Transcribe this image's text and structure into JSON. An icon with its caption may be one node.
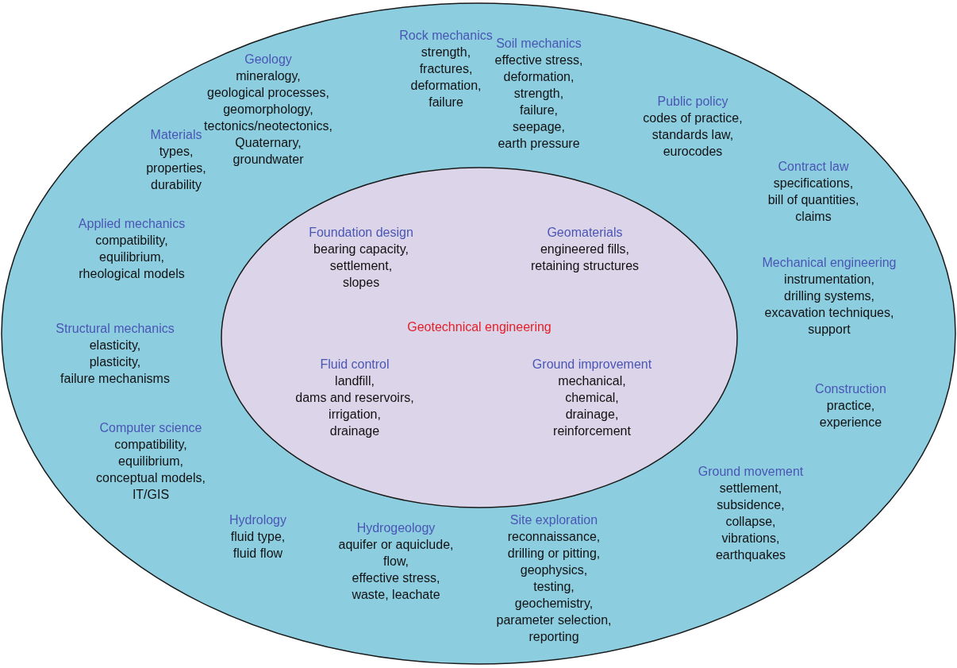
{
  "diagram": {
    "nodes": [
      {
        "text": [],
        "shape": "ellipse"
      },
      {
        "text": [
          "Rock mechanics",
          "strength, fractures, deformation, failure"
        ],
        "in": 0
      },
      {
        "text": [
          "Soil mechanics",
          "effective stress, deformation, strength, failure, seepage, earth pressure"
        ],
        "in": 0
      },
      {
        "text": [
          "Geology",
          "mineralogy, geological processes, geomorphology, tectonics/neotectonics, Quaternary, groundwater"
        ],
        "in": 0
      },
      {
        "text": [
          "Public policy",
          "codes of practice, standards law, eurocodes"
        ],
        "in": 0
      },
      {
        "text": [
          "Materials",
          "types, properties, durability"
        ],
        "in": 0
      },
      {
        "text": [
          "Contract law",
          "specifications, bill of quantities, claims"
        ],
        "in": 0
      },
      {
        "text": [
          "Applied mechanics",
          "compatibility, equilibrium, rheological models"
        ],
        "in": 0
      },
      {
        "text": [
          "Geotechnical engineering"
        ],
        "in": 0
      },
      {
        "text": [
          "Foundation design",
          "bearing capacity, settlement, slopes"
        ],
        "in": 8
      },
      {
        "text": [
          "Geomaterials",
          "engineered fills, retaining structures"
        ],
        "in": 8
      },
      {
        "text": [
          "Mechanical engineering",
          "instrumentation, drilling systems, excavation techniques, support"
        ],
        "in": 0
      },
      {
        "text": [
          "Structural mechanics",
          "elasticity, plasticity, failure mechanisms"
        ],
        "in": 0
      },
      {
        "text": [
          "Fluid control",
          "landfill, dams and reservoirs, irrigation, drainage"
        ],
        "in": 8
      },
      {
        "text": [
          "Ground improvement",
          "mechanical, chemical, drainage, reinforcement"
        ],
        "in": 8
      },
      {
        "text": [
          "Construction",
          "practice, experience"
        ],
        "in": 0
      },
      {
        "text": [
          "Computer science",
          "compatibility, equilibrium, conceptual models, IT/GIS"
        ],
        "in": 0
      },
      {
        "text": [
          "Ground movement",
          "settlement, subsidence, collapse, vibrations, earthquakes"
        ],
        "in": 0
      },
      {
        "text": [
          "Hydrology",
          "fluid type, fluid flow"
        ],
        "in": 0
      },
      {
        "text": [
          "Hydrogeology",
          "aquifer or aquiclude, flow, effective stress, waste, leachate"
        ],
        "in": 0
      },
      {
        "text": [
          "Site exploration",
          "reconnaissance, drilling or pitting, geophysics, testing, geochemistry, parameter selection, reporting"
        ],
        "in": 0
      }
    ],
    "edges": []
  }
}
